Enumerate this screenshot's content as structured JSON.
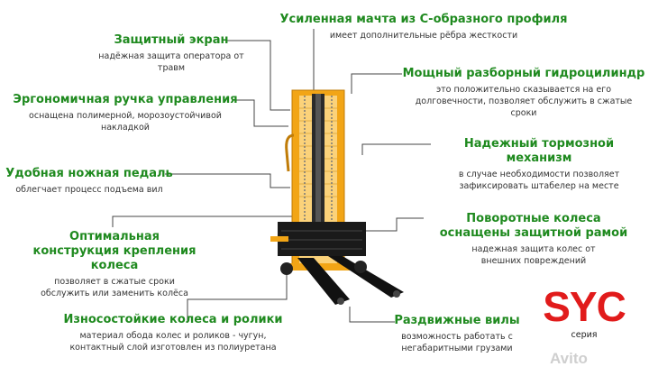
{
  "callouts": [
    {
      "id": "mast",
      "title": "Усиленная мачта из С-образного профиля",
      "desc": "имеет дополнительные рёбра жесткости"
    },
    {
      "id": "guard",
      "title": "Защитный экран",
      "desc": "надёжная защита оператора от травм"
    },
    {
      "id": "cylinder",
      "title": "Мощный разборный гидроцилиндр",
      "desc": "это положительно сказывается на его долговечности, позволяет обслужить в сжатые сроки"
    },
    {
      "id": "handle",
      "title": "Эргономичная ручка управления",
      "desc": "оснащена полимерной, морозоустойчивой накладкой"
    },
    {
      "id": "brake",
      "title": "Надежный тормозной механизм",
      "desc": "в случае необходимости позволяет зафиксировать штабелер на месте"
    },
    {
      "id": "pedal",
      "title": "Удобная ножная педаль",
      "desc": "облегчает процесс подъема вил"
    },
    {
      "id": "swivel",
      "title": "Поворотные колеса оснащены защитной рамой",
      "desc": "надежная защита колес от внешних повреждений"
    },
    {
      "id": "mount",
      "title": "Оптимальная конструкция крепления колеса",
      "desc": "позволяет в сжатые сроки обслужить или заменить колёса"
    },
    {
      "id": "wheels",
      "title": "Износостойкие колеса и ролики",
      "desc": "материал обода колес и роликов - чугун, контактный слой изготовлен из полиуретана"
    },
    {
      "id": "forks",
      "title": "Раздвижные вилы",
      "desc": "возможность работать с негабаритными грузами"
    }
  ],
  "brand": {
    "name": "SYC",
    "caption": "серия"
  },
  "watermark": "Avito",
  "colors": {
    "title": "#1f8a1f",
    "accent": "#e11b1b",
    "frame": "#f2a516",
    "steel": "#1a1a1a"
  }
}
